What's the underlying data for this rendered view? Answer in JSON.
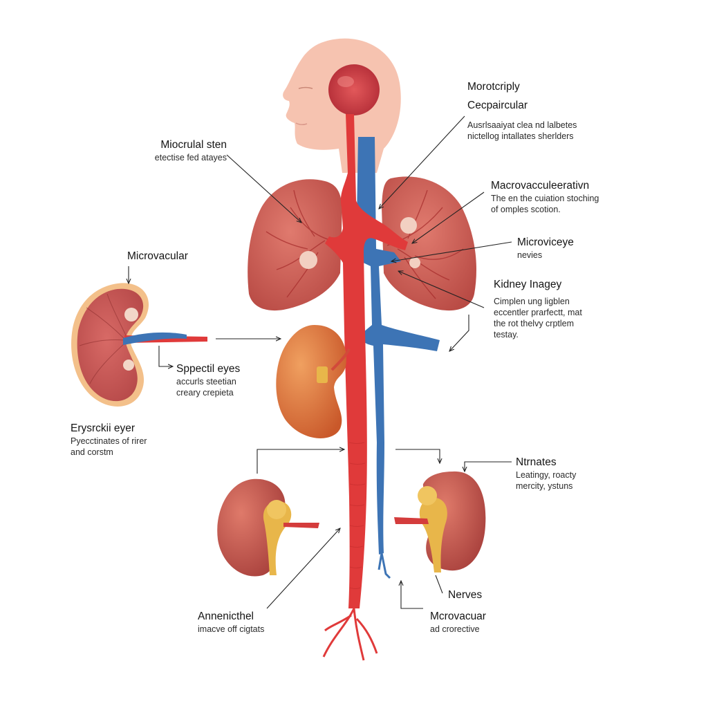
{
  "labels": {
    "top_right_1": {
      "title": "Morotcriply"
    },
    "top_right_2": {
      "title": "Cecpaircular",
      "desc_1": "Ausrlsaaiyat clea nd lalbetes",
      "desc_2": "nictellog intallates sherlders"
    },
    "upper_left": {
      "title": "Miocrulal sten",
      "desc_1": "etectise fed atayes"
    },
    "macro_right": {
      "title": "Macrovacculeerativn",
      "desc_1": "The en the cuiation stoching",
      "desc_2": "of omples scotion."
    },
    "micro_right": {
      "title": "Microviceye",
      "desc_1": "nevies"
    },
    "kidney_right": {
      "title": "Kidney Inagey",
      "desc_1": "Cimplen ung ligblen",
      "desc_2": "eccentler prarfectt, mat",
      "desc_3": "the rot thelvy crptlem",
      "desc_4": "testay."
    },
    "micro_left": {
      "title": "Microvacular"
    },
    "special_eyes": {
      "title": "Sppectil eyes",
      "desc_1": "accurls steetian",
      "desc_2": "creary crepieta"
    },
    "eye_left": {
      "title": "Erysrckii eyer",
      "desc_1": "Pyecctinates of rirer",
      "desc_2": "and corstm"
    },
    "nutrients": {
      "title": "Ntrnates",
      "desc_1": "Leatingy, roacty",
      "desc_2": "mercity, ystuns"
    },
    "nerves": {
      "title": "Nerves"
    },
    "arterial": {
      "title": "Annenicthel",
      "desc_1": "imacve off cigtats"
    },
    "micro_bottom": {
      "title": "Mcrovacuar",
      "desc_1": "ad crorective"
    }
  },
  "colors": {
    "artery": "#e03a3a",
    "vein": "#3d74b5",
    "lung": "#cf5e56",
    "skin": "#f7c2b2",
    "kidney_orange": "#e27a3b",
    "kidney_red": "#c54b48",
    "ureter": "#e8b64a"
  }
}
